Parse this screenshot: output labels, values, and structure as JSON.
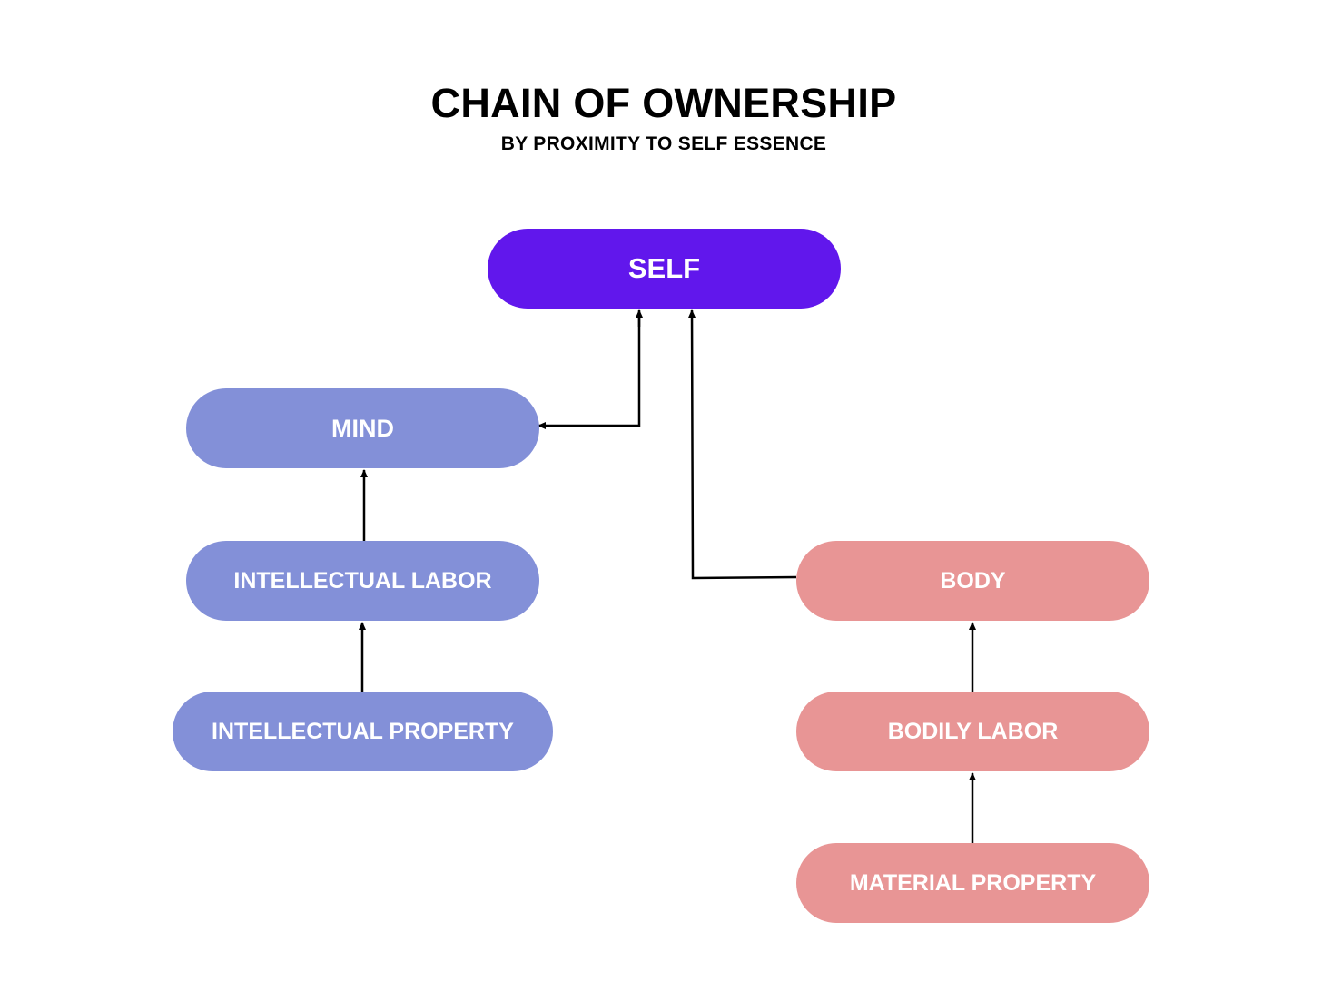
{
  "header": {
    "title": "CHAIN OF OWNERSHIP",
    "subtitle": "BY PROXIMITY TO SELF ESSENCE"
  },
  "nodes": {
    "self": {
      "label": "SELF",
      "color": "#6117ec"
    },
    "mind": {
      "label": "MIND",
      "color": "#8390d8"
    },
    "intellectual_labor": {
      "label": "INTELLECTUAL LABOR",
      "color": "#8390d8"
    },
    "intellectual_property": {
      "label": "INTELLECTUAL PROPERTY",
      "color": "#8390d8"
    },
    "body": {
      "label": "BODY",
      "color": "#e89595"
    },
    "bodily_labor": {
      "label": "BODILY LABOR",
      "color": "#e89595"
    },
    "material_property": {
      "label": "MATERIAL PROPERTY",
      "color": "#e89595"
    }
  },
  "connector_color": "#000000"
}
